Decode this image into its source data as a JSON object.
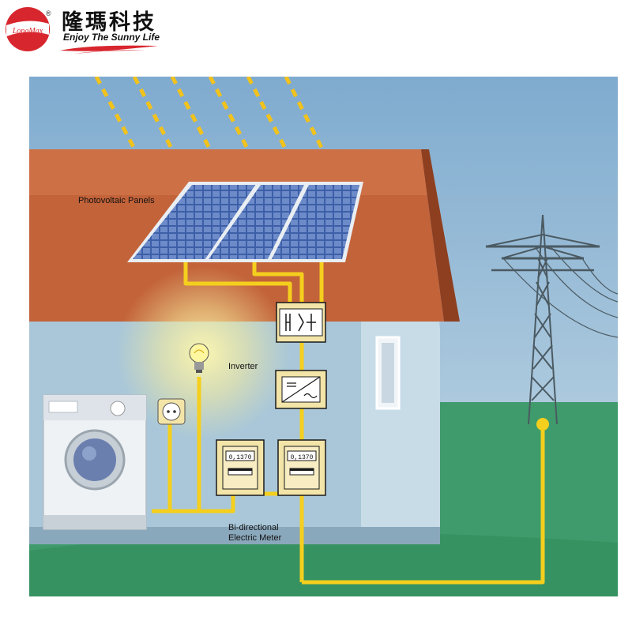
{
  "logo": {
    "brand_circle_text": "LongMax",
    "chinese_name": "隆瑪科技",
    "slogan": "Enjoy The Sunny Life",
    "registered_mark": "®"
  },
  "labels": {
    "photovoltaic_panels": "Photovoltaic Panels",
    "inverter": "Inverter",
    "meter_line1": "Bi-directional",
    "meter_line2": "Electric Meter"
  },
  "meters": {
    "left_display": "0,1370",
    "right_display": "0,1370"
  },
  "colors": {
    "sky": "#8fb6d6",
    "roof": "#c3633a",
    "wall": "#a9c7d9",
    "ground": "#3f9b6b",
    "wire": "#f4cf1d",
    "brand_red": "#d8262e"
  }
}
